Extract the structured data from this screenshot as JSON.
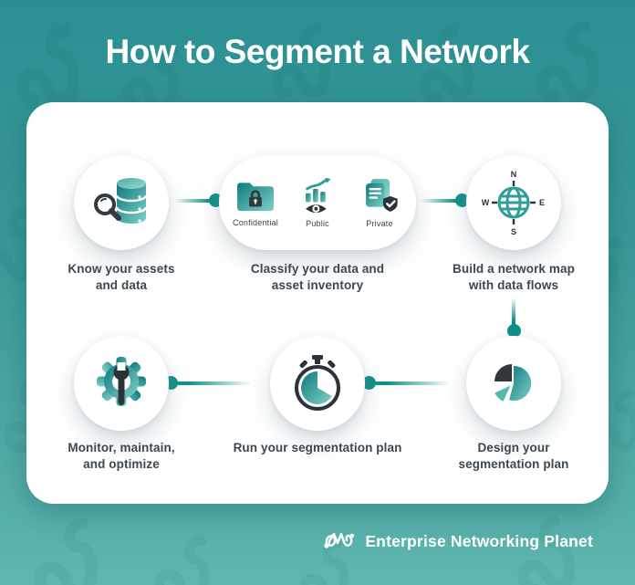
{
  "title": "How to Segment a Network",
  "brand": {
    "name": "Enterprise Networking Planet",
    "logo_icon": "network-scribble-icon"
  },
  "colors": {
    "background_top": "#2b8f92",
    "background_bottom": "#5fb5af",
    "card": "#ffffff",
    "accent_teal": "#0f8f89",
    "icon_teal_dark": "#0e7a7d",
    "icon_teal_light": "#79cdc4",
    "icon_charcoal": "#2e363c",
    "label_text": "#3c4750",
    "title_text": "#ffffff"
  },
  "steps": [
    {
      "id": 1,
      "icon": "search-database-icon",
      "label_lines": [
        "Know your assets",
        "and data"
      ]
    },
    {
      "id": 2,
      "icon": "classify-group",
      "label_lines": [
        "Classify your data and",
        "asset inventory"
      ],
      "sub_items": [
        {
          "icon": "folder-lock-icon",
          "label": "Confidential"
        },
        {
          "icon": "chart-eye-icon",
          "label": "Public"
        },
        {
          "icon": "documents-shield-icon",
          "label": "Private"
        }
      ]
    },
    {
      "id": 3,
      "icon": "globe-compass-icon",
      "label_lines": [
        "Build a network map",
        "with data flows"
      ]
    },
    {
      "id": 4,
      "icon": "pie-chart-icon",
      "label_lines": [
        "Design your",
        "segmentation plan"
      ]
    },
    {
      "id": 5,
      "icon": "stopwatch-icon",
      "label_lines": [
        "Run your segmentation plan"
      ]
    },
    {
      "id": 6,
      "icon": "gear-wrench-icon",
      "label_lines": [
        "Monitor, maintain,",
        "and optimize"
      ]
    }
  ],
  "compass": {
    "north": "N",
    "east": "E",
    "south": "S",
    "west": "W"
  }
}
